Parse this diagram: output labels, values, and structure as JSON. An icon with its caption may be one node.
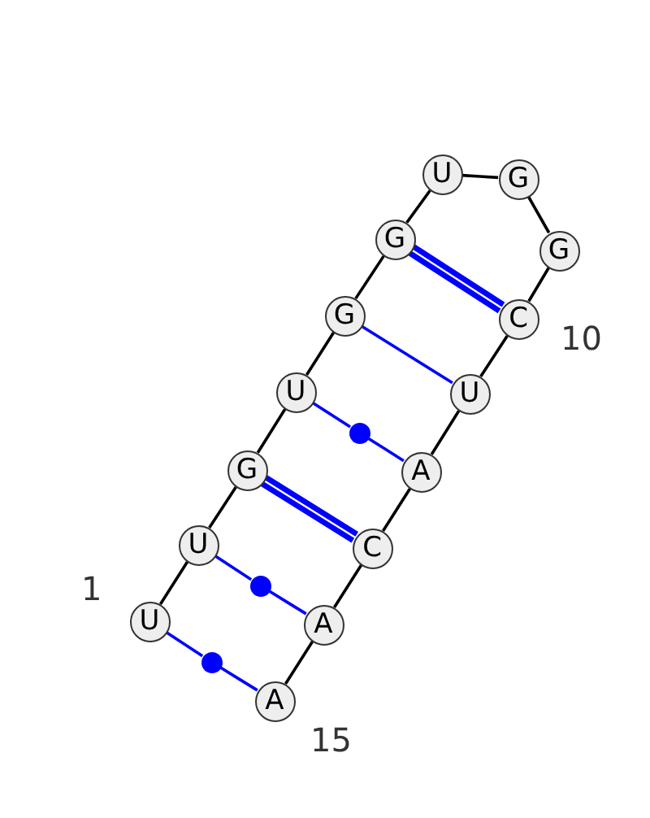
{
  "diagram": {
    "nodes": [
      {
        "text": [
          "U"
        ],
        "beside": [
          "1"
        ]
      },
      {
        "text": [
          "U"
        ]
      },
      {
        "text": [
          "G"
        ]
      },
      {
        "text": [
          "U"
        ]
      },
      {
        "text": [
          "G"
        ]
      },
      {
        "text": [
          "G"
        ]
      },
      {
        "text": [
          "U"
        ]
      },
      {
        "text": [
          "G"
        ]
      },
      {
        "text": [
          "G"
        ]
      },
      {
        "text": [
          "C"
        ],
        "beside": [
          "10"
        ]
      },
      {
        "text": [
          "U"
        ]
      },
      {
        "text": [
          "A"
        ]
      },
      {
        "text": [
          "C"
        ]
      },
      {
        "text": [
          "A"
        ]
      },
      {
        "text": [
          "A"
        ],
        "beside": [
          "15"
        ]
      },
      {
        "text": [],
        "shape": "circle"
      },
      {
        "text": [],
        "shape": "circle"
      },
      {
        "text": [],
        "shape": "circle"
      }
    ],
    "edges": [
      {
        "from": 0,
        "to": 1,
        "arrow": "none"
      },
      {
        "from": 1,
        "to": 2,
        "arrow": "none"
      },
      {
        "from": 2,
        "to": 3,
        "arrow": "none"
      },
      {
        "from": 3,
        "to": 4,
        "arrow": "none"
      },
      {
        "from": 4,
        "to": 5,
        "arrow": "none"
      },
      {
        "from": 5,
        "to": 6,
        "arrow": "none"
      },
      {
        "from": 6,
        "to": 7,
        "arrow": "none"
      },
      {
        "from": 7,
        "to": 8,
        "arrow": "none"
      },
      {
        "from": 8,
        "to": 9,
        "arrow": "none"
      },
      {
        "from": 9,
        "to": 10,
        "arrow": "none"
      },
      {
        "from": 10,
        "to": 11,
        "arrow": "none"
      },
      {
        "from": 11,
        "to": 12,
        "arrow": "none"
      },
      {
        "from": 12,
        "to": 13,
        "arrow": "none"
      },
      {
        "from": 13,
        "to": 14,
        "arrow": "none"
      },
      {
        "from": 0,
        "to": 15,
        "arrow": "none",
        "color": "#0000ff"
      },
      {
        "from": 15,
        "to": 14,
        "arrow": "none",
        "color": "#0000ff"
      },
      {
        "from": 1,
        "to": 16,
        "arrow": "none",
        "color": "#0000ff"
      },
      {
        "from": 16,
        "to": 13,
        "arrow": "none",
        "color": "#0000ff"
      },
      {
        "from": 2,
        "to": 12,
        "arrow": "none",
        "style": "thick",
        "color": "#0000ff"
      },
      {
        "from": 3,
        "to": 17,
        "arrow": "none",
        "color": "#0000ff"
      },
      {
        "from": 17,
        "to": 11,
        "arrow": "none",
        "color": "#0000ff"
      },
      {
        "from": 4,
        "to": 10,
        "arrow": "none",
        "color": "#0000ff"
      },
      {
        "from": 5,
        "to": 9,
        "arrow": "none",
        "style": "thick",
        "color": "#0000ff"
      }
    ]
  }
}
